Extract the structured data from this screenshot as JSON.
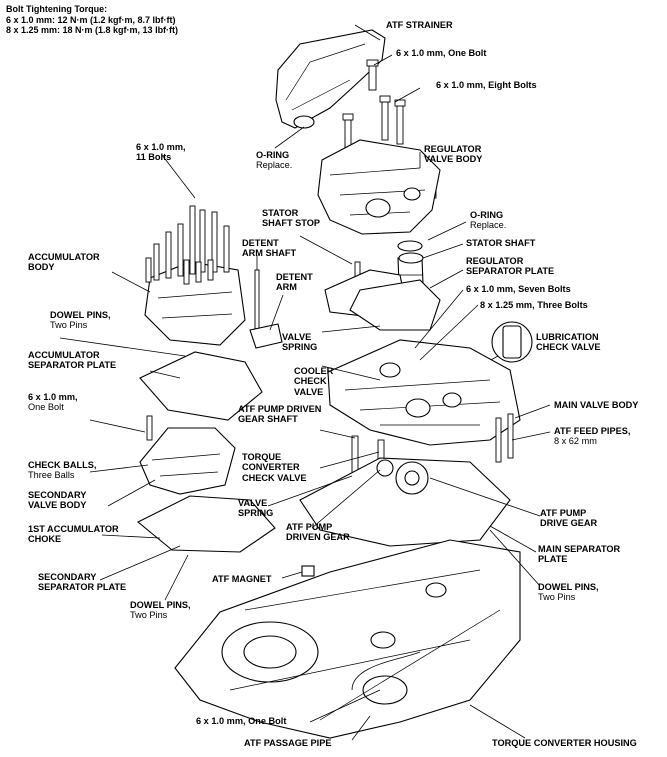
{
  "torque_note": {
    "title": "Bolt Tightening Torque:",
    "line1": "6 x 1.0 mm: 12 N·m (1.2 kgf·m, 8.7 lbf·ft)",
    "line2": "8 x 1.25 mm: 18 N·m (1.8 kgf·m, 13 lbf·ft)"
  },
  "labels": {
    "atf_strainer": "ATF STRAINER",
    "bolt_one_top": "6 x 1.0 mm, One Bolt",
    "bolt_eight": "6 x 1.0 mm, Eight Bolts",
    "bolt_eleven_a": "6 x 1.0 mm,",
    "bolt_eleven_b": "11 Bolts",
    "oring1_a": "O-RING",
    "oring1_b": "Replace.",
    "regulator_body_a": "REGULATOR",
    "regulator_body_b": "VALVE BODY",
    "stator_stop_a": "STATOR",
    "stator_stop_b": "SHAFT STOP",
    "oring2_a": "O-RING",
    "oring2_b": "Replace.",
    "stator_shaft": "STATOR SHAFT",
    "accumulator_body_a": "ACCUMULATOR",
    "accumulator_body_b": "BODY",
    "detent_shaft_a": "DETENT",
    "detent_shaft_b": "ARM SHAFT",
    "detent_arm_a": "DETENT",
    "detent_arm_b": "ARM",
    "reg_sep_a": "REGULATOR",
    "reg_sep_b": "SEPARATOR PLATE",
    "bolt_seven": "6 x 1.0 mm, Seven Bolts",
    "bolt_three": "8 x 1.25 mm, Three Bolts",
    "dowel1_a": "DOWEL PINS,",
    "dowel1_b": "Two Pins",
    "valve_spring1_a": "VALVE",
    "valve_spring1_b": "SPRING",
    "lube_a": "LUBRICATION",
    "lube_b": "CHECK VALVE",
    "acc_sep_a": "ACCUMULATOR",
    "acc_sep_b": "SEPARATOR PLATE",
    "cooler_a": "COOLER",
    "cooler_b": "CHECK",
    "cooler_c": "VALVE",
    "bolt_one_mid_a": "6 x 1.0 mm,",
    "bolt_one_mid_b": "One Bolt",
    "pump_shaft_a": "ATF PUMP DRIVEN",
    "pump_shaft_b": "GEAR SHAFT",
    "main_valve_body": "MAIN VALVE BODY",
    "feed_pipes_a": "ATF FEED PIPES,",
    "feed_pipes_b": "8 x 62 mm",
    "check_balls_a": "CHECK BALLS,",
    "check_balls_b": "Three Balls",
    "tc_check_a": "TORQUE",
    "tc_check_b": "CONVERTER",
    "tc_check_c": "CHECK VALVE",
    "sec_body_a": "SECONDARY",
    "sec_body_b": "VALVE BODY",
    "valve_spring2_a": "VALVE",
    "valve_spring2_b": "SPRING",
    "drive_gear_a": "ATF PUMP",
    "drive_gear_b": "DRIVE GEAR",
    "choke_a": "1ST ACCUMULATOR",
    "choke_b": "CHOKE",
    "driven_gear_a": "ATF PUMP",
    "driven_gear_b": "DRIVEN GEAR",
    "main_sep_a": "MAIN SEPARATOR",
    "main_sep_b": "PLATE",
    "sec_sep_a": "SECONDARY",
    "sec_sep_b": "SEPARATOR PLATE",
    "magnet": "ATF MAGNET",
    "dowel2_a": "DOWEL PINS,",
    "dowel2_b": "Two Pins",
    "dowel3_a": "DOWEL PINS,",
    "dowel3_b": "Two Pins",
    "bolt_one_bottom": "6 x 1.0 mm, One Bolt",
    "passage_pipe": "ATF PASSAGE PIPE",
    "tc_housing": "TORQUE CONVERTER HOUSING"
  }
}
